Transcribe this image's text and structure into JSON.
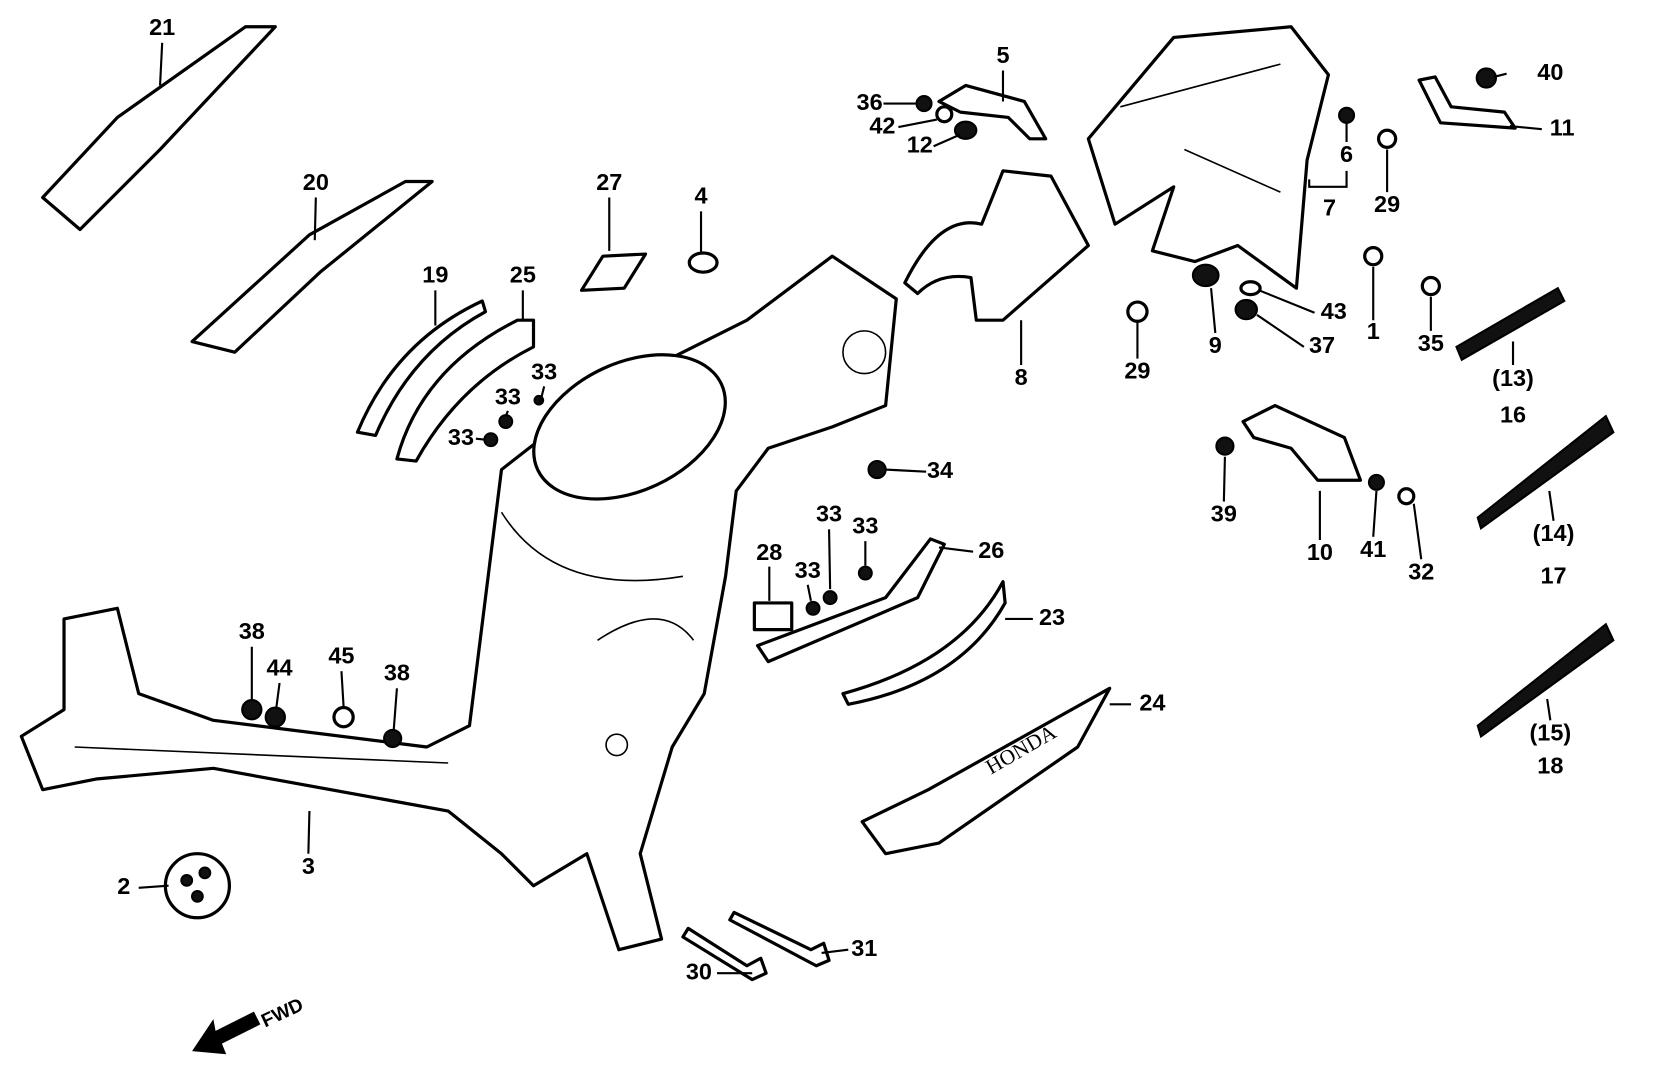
{
  "labels": {
    "p1": "1",
    "p2": "2",
    "p3": "3",
    "p4": "4",
    "p5": "5",
    "p6": "6",
    "p7": "7",
    "p8": "8",
    "p9": "9",
    "p10": "10",
    "p11": "11",
    "p12": "12",
    "p13": "(13)",
    "p14": "(14)",
    "p15": "(15)",
    "p16": "16",
    "p17": "17",
    "p18": "18",
    "p19": "19",
    "p20": "20",
    "p21": "21",
    "p23": "23",
    "p24": "24",
    "p25": "25",
    "p26": "26",
    "p27": "27",
    "p28": "28",
    "p29": "29",
    "p30": "30",
    "p31": "31",
    "p32": "32",
    "p33": "33",
    "p34": "34",
    "p35": "35",
    "p36": "36",
    "p37": "37",
    "p38": "38",
    "p39": "39",
    "p40": "40",
    "p41": "41",
    "p42": "42",
    "p43": "43",
    "p44": "44",
    "p45": "45"
  },
  "fwd": "FWD",
  "emblem": "HONDA"
}
